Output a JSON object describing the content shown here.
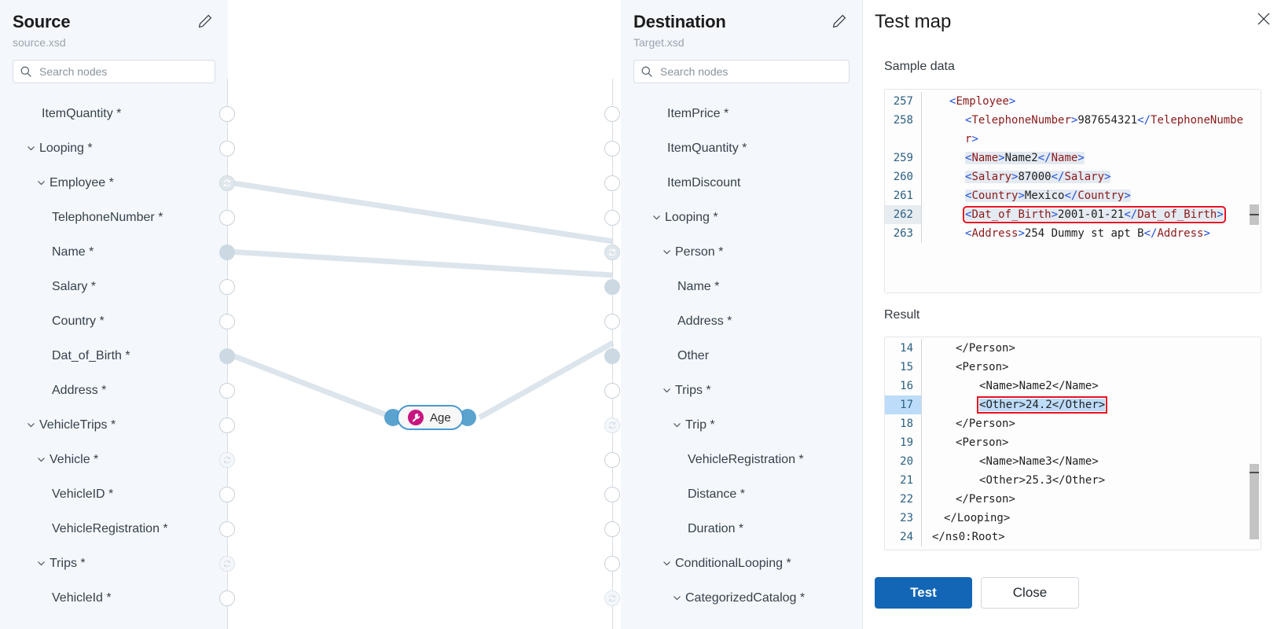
{
  "source": {
    "title": "Source",
    "filename": "source.xsd",
    "edit_icon": "pencil-icon",
    "search": {
      "placeholder": "Search nodes",
      "value": "",
      "icon": "search-icon"
    },
    "nodes": [
      {
        "label": "ItemQuantity *",
        "indent": 2,
        "chevron": false,
        "handle": "empty"
      },
      {
        "label": "Looping *",
        "indent": 1,
        "chevron": true,
        "handle": "empty"
      },
      {
        "label": "Employee *",
        "indent": 2,
        "chevron": true,
        "handle": "loop-connected"
      },
      {
        "label": "TelephoneNumber *",
        "indent": 3,
        "chevron": false,
        "handle": "empty"
      },
      {
        "label": "Name *",
        "indent": 3,
        "chevron": false,
        "handle": "filled"
      },
      {
        "label": "Salary *",
        "indent": 3,
        "chevron": false,
        "handle": "empty"
      },
      {
        "label": "Country *",
        "indent": 3,
        "chevron": false,
        "handle": "empty"
      },
      {
        "label": "Dat_of_Birth *",
        "indent": 3,
        "chevron": false,
        "handle": "filled"
      },
      {
        "label": "Address *",
        "indent": 3,
        "chevron": false,
        "handle": "empty"
      },
      {
        "label": "VehicleTrips *",
        "indent": 1,
        "chevron": true,
        "handle": "empty"
      },
      {
        "label": "Vehicle *",
        "indent": 2,
        "chevron": true,
        "handle": "loop"
      },
      {
        "label": "VehicleID *",
        "indent": 3,
        "chevron": false,
        "handle": "empty"
      },
      {
        "label": "VehicleRegistration *",
        "indent": 3,
        "chevron": false,
        "handle": "empty"
      },
      {
        "label": "Trips *",
        "indent": 2,
        "chevron": true,
        "handle": "loop"
      },
      {
        "label": "VehicleId *",
        "indent": 3,
        "chevron": false,
        "handle": "empty"
      }
    ]
  },
  "destination": {
    "title": "Destination",
    "filename": "Target.xsd",
    "edit_icon": "pencil-icon",
    "search": {
      "placeholder": "Search nodes",
      "value": "",
      "icon": "search-icon"
    },
    "nodes": [
      {
        "label": "ItemPrice *",
        "indent": 2,
        "chevron": false,
        "handle": "empty"
      },
      {
        "label": "ItemQuantity *",
        "indent": 2,
        "chevron": false,
        "handle": "empty"
      },
      {
        "label": "ItemDiscount",
        "indent": 2,
        "chevron": false,
        "handle": "empty"
      },
      {
        "label": "Looping *",
        "indent": 1,
        "chevron": true,
        "handle": "empty"
      },
      {
        "label": "Person *",
        "indent": 2,
        "chevron": true,
        "handle": "loop-connected"
      },
      {
        "label": "Name *",
        "indent": 3,
        "chevron": false,
        "handle": "filled"
      },
      {
        "label": "Address *",
        "indent": 3,
        "chevron": false,
        "handle": "empty"
      },
      {
        "label": "Other",
        "indent": 3,
        "chevron": false,
        "handle": "filled"
      },
      {
        "label": "Trips *",
        "indent": 2,
        "chevron": true,
        "handle": "empty"
      },
      {
        "label": "Trip *",
        "indent": 3,
        "chevron": true,
        "handle": "loop"
      },
      {
        "label": "VehicleRegistration *",
        "indent": 4,
        "chevron": false,
        "handle": "empty"
      },
      {
        "label": "Distance *",
        "indent": 4,
        "chevron": false,
        "handle": "empty"
      },
      {
        "label": "Duration *",
        "indent": 4,
        "chevron": false,
        "handle": "empty"
      },
      {
        "label": "ConditionalLooping *",
        "indent": 2,
        "chevron": true,
        "handle": "empty"
      },
      {
        "label": "CategorizedCatalog *",
        "indent": 3,
        "chevron": true,
        "handle": "loop"
      }
    ]
  },
  "canvas": {
    "function_node": {
      "label": "Age",
      "icon": "wrench-icon",
      "icon_color": "#c8157f",
      "border_color": "#4a9ad0",
      "port_color": "#5ba3cf"
    },
    "edge_color": "#dce5ec"
  },
  "test_map": {
    "title": "Test map",
    "close_icon": "close-icon",
    "sample_data": {
      "label": "Sample data",
      "lines": [
        {
          "num": "257",
          "text": "<Employee>"
        },
        {
          "num": "258",
          "text": "  <TelephoneNumber>987654321</TelephoneNumber>"
        },
        {
          "num": "259",
          "text": "  <Name>Name2</Name>"
        },
        {
          "num": "260",
          "text": "  <Salary>87000</Salary>"
        },
        {
          "num": "261",
          "text": "  <Country>Mexico</Country>"
        },
        {
          "num": "262",
          "text": "  <Dat_of_Birth>2001-01-21</Dat_of_Birth>"
        },
        {
          "num": "263",
          "text": "  <Address>254 Dummy st apt B</Address>"
        }
      ],
      "highlighted_line": "262",
      "highlight_box_color": "#e81123"
    },
    "result": {
      "label": "Result",
      "lines": [
        {
          "num": "14",
          "text": "  </Person>"
        },
        {
          "num": "15",
          "text": "  <Person>"
        },
        {
          "num": "16",
          "text": "    <Name>Name2</Name>"
        },
        {
          "num": "17",
          "text": "    <Other>24.2</Other>"
        },
        {
          "num": "18",
          "text": "  </Person>"
        },
        {
          "num": "19",
          "text": "  <Person>"
        },
        {
          "num": "20",
          "text": "    <Name>Name3</Name>"
        },
        {
          "num": "21",
          "text": "    <Other>25.3</Other>"
        },
        {
          "num": "22",
          "text": "  </Person>"
        },
        {
          "num": "23",
          "text": " </Looping>"
        },
        {
          "num": "24",
          "text": "</ns0:Root>"
        }
      ],
      "highlighted_line": "17",
      "highlight_box_color": "#e81123"
    },
    "buttons": {
      "test": "Test",
      "close": "Close"
    }
  }
}
